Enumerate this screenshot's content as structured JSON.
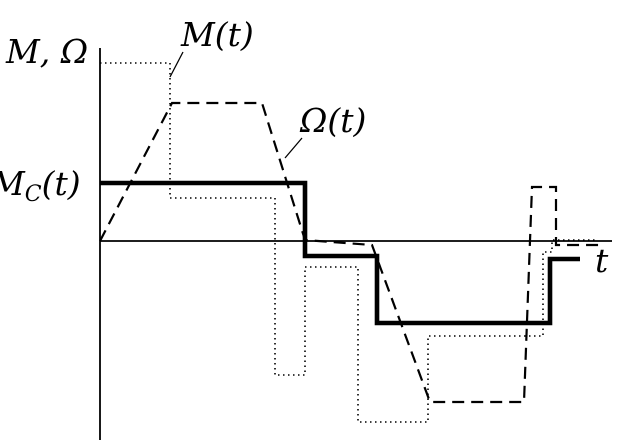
{
  "labels": {
    "y_axis": "M, Ω",
    "x_axis": "t",
    "m_curve": "M(t)",
    "omega_curve": "Ω(t)",
    "mc_curve": "M",
    "mc_sub": "C",
    "mc_tail": "(t)"
  },
  "colors": {
    "ink": "#000000",
    "background": "#ffffff"
  },
  "line_styles": {
    "mc_curve": "solid-thick",
    "omega_curve": "dashed",
    "m_curve": "dotted"
  }
}
